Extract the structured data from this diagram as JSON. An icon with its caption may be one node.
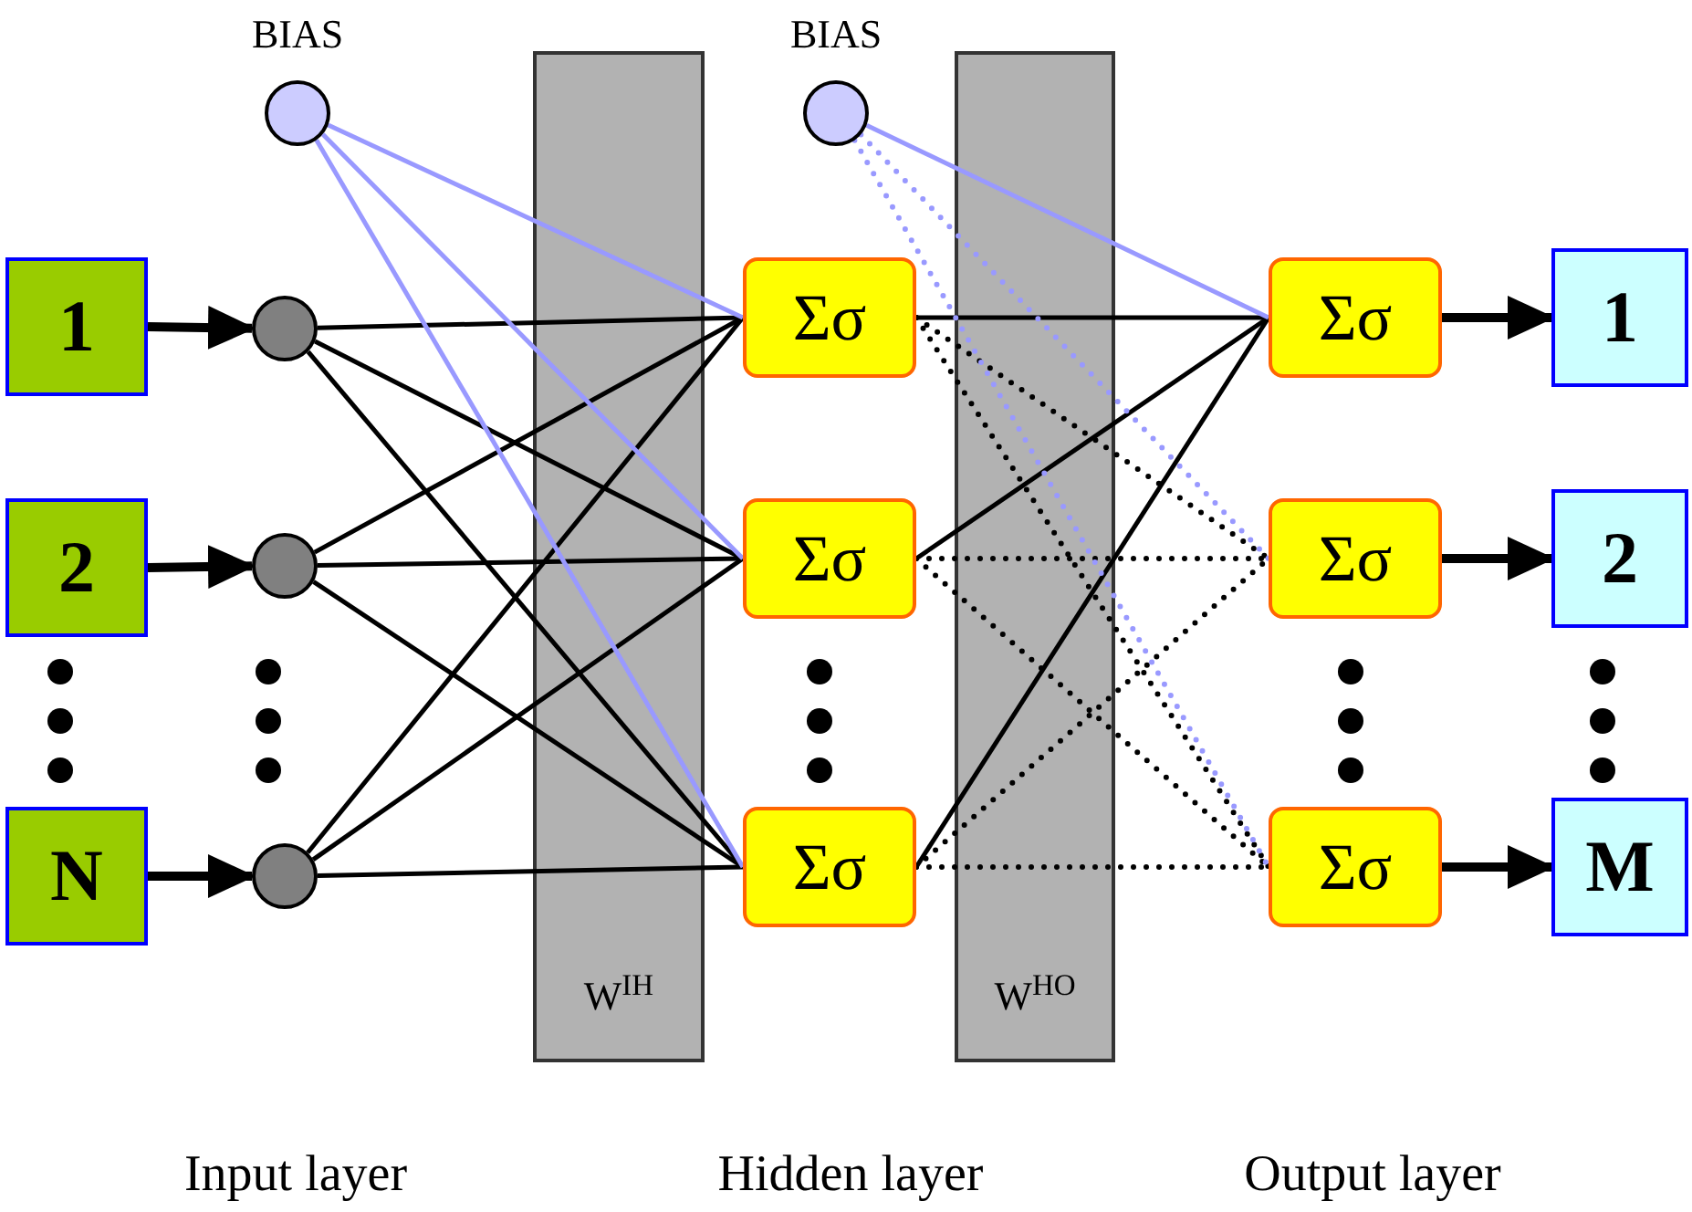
{
  "diagram": {
    "nodes": [
      {
        "text": [
          "1"
        ]
      },
      {
        "text": [
          "2"
        ]
      },
      {
        "text": [
          "N"
        ]
      },
      {
        "text": [],
        "shape": "circle"
      },
      {
        "text": [],
        "shape": "circle"
      },
      {
        "text": [],
        "shape": "circle"
      },
      {
        "text": [],
        "shape": "circle",
        "beside": [
          "BIAS"
        ]
      },
      {
        "text": [],
        "shape": "circle",
        "beside": [
          "BIAS"
        ]
      },
      {
        "text": [
          "Σσ"
        ]
      },
      {
        "text": [
          "Σσ"
        ]
      },
      {
        "text": [
          "Σσ"
        ]
      },
      {
        "text": [
          "Σσ"
        ]
      },
      {
        "text": [
          "Σσ"
        ]
      },
      {
        "text": [
          "Σσ"
        ]
      },
      {
        "text": [
          "1"
        ]
      },
      {
        "text": [
          "2"
        ]
      },
      {
        "text": [
          "M"
        ]
      }
    ],
    "edges": [
      {
        "from": 0,
        "to": 3,
        "arrow": "to",
        "style": "thick"
      },
      {
        "from": 1,
        "to": 4,
        "arrow": "to",
        "style": "thick"
      },
      {
        "from": 2,
        "to": 5,
        "arrow": "to",
        "style": "thick"
      },
      {
        "from": 3,
        "to": 8,
        "arrow": "none"
      },
      {
        "from": 3,
        "to": 9,
        "arrow": "none"
      },
      {
        "from": 3,
        "to": 10,
        "arrow": "none"
      },
      {
        "from": 4,
        "to": 8,
        "arrow": "none"
      },
      {
        "from": 4,
        "to": 9,
        "arrow": "none"
      },
      {
        "from": 4,
        "to": 10,
        "arrow": "none"
      },
      {
        "from": 5,
        "to": 8,
        "arrow": "none"
      },
      {
        "from": 5,
        "to": 9,
        "arrow": "none"
      },
      {
        "from": 5,
        "to": 10,
        "arrow": "none"
      },
      {
        "from": 6,
        "to": 8,
        "arrow": "none",
        "color": "#9999ff"
      },
      {
        "from": 6,
        "to": 9,
        "arrow": "none",
        "color": "#9999ff"
      },
      {
        "from": 6,
        "to": 10,
        "arrow": "none",
        "color": "#9999ff"
      },
      {
        "from": 8,
        "to": 11,
        "arrow": "none"
      },
      {
        "from": 8,
        "to": 12,
        "arrow": "none",
        "style": "dashed"
      },
      {
        "from": 8,
        "to": 13,
        "arrow": "none",
        "style": "dashed"
      },
      {
        "from": 9,
        "to": 11,
        "arrow": "none"
      },
      {
        "from": 9,
        "to": 12,
        "arrow": "none",
        "style": "dashed"
      },
      {
        "from": 9,
        "to": 13,
        "arrow": "none",
        "style": "dashed"
      },
      {
        "from": 10,
        "to": 11,
        "arrow": "none"
      },
      {
        "from": 10,
        "to": 12,
        "arrow": "none",
        "style": "dashed"
      },
      {
        "from": 10,
        "to": 13,
        "arrow": "none",
        "style": "dashed"
      },
      {
        "from": 7,
        "to": 11,
        "arrow": "none",
        "color": "#9999ff"
      },
      {
        "from": 7,
        "to": 12,
        "arrow": "none",
        "style": "dashed",
        "color": "#9999ff"
      },
      {
        "from": 7,
        "to": 13,
        "arrow": "none",
        "style": "dashed",
        "color": "#9999ff"
      },
      {
        "from": 11,
        "to": 14,
        "arrow": "to",
        "style": "thick"
      },
      {
        "from": 12,
        "to": 15,
        "arrow": "to",
        "style": "thick"
      },
      {
        "from": 13,
        "to": 16,
        "arrow": "to",
        "style": "thick"
      }
    ],
    "labels": [
      "W$^{IH}$",
      "W$^{HO}$",
      "Input layer",
      "Hidden layer",
      "Output layer"
    ]
  }
}
